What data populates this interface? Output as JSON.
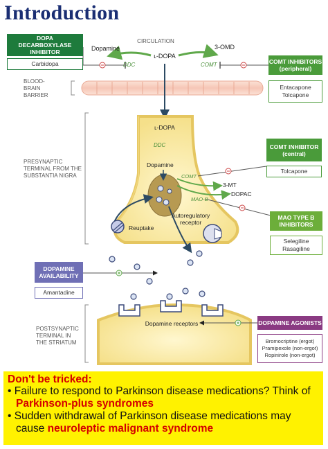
{
  "title": "Introduction",
  "circulation": {
    "label": "CIRCULATION",
    "dopamine": "Dopamine",
    "ldopa": "ʟ-DOPA",
    "omd": "3-OMD",
    "ddc": "DDC",
    "comt": "COMT"
  },
  "bbb_label": "BLOOD-\nBRAIN\nBARRIER",
  "presynaptic": {
    "label": "PRESYNAPTIC\nTERMINAL FROM THE\nSUBSTANTIA NIGRA",
    "ldopa": "ʟ-DOPA",
    "ddc": "DDC",
    "dopamine": "Dopamine",
    "comt": "COMT",
    "mao": "MAO-B",
    "mt": "3-MT",
    "dopac": "DOPAC",
    "reuptake": "Reuptake",
    "autoreceptor": "Autoregulatory\nreceptor"
  },
  "postsynaptic": {
    "label": "POSTSYNAPTIC\nTERMINAL IN\nTHE STRIATUM",
    "receptors": "Dopamine receptors"
  },
  "callouts": {
    "ddc_inhibitor": {
      "title": "DOPA\nDECARBOXYLASE\nINHIBITOR",
      "drugs": [
        "Carbidopa"
      ],
      "color": "#1e7b3c"
    },
    "comt_peripheral": {
      "title": "COMT INHIBITORS\n(peripheral)",
      "drugs": [
        "Entacapone",
        "Tolcapone"
      ],
      "color": "#4a9b3a"
    },
    "comt_central": {
      "title": "COMT INHIBITOR\n(central)",
      "drugs": [
        "Tolcapone"
      ],
      "color": "#4a9b3a"
    },
    "mao_b": {
      "title": "MAO TYPE B\nINHIBITORS",
      "drugs": [
        "Selegiline",
        "Rasagiline"
      ],
      "color": "#6cae3a"
    },
    "availability": {
      "title": "DOPAMINE\nAVAILABILITY",
      "drugs": [
        "Amantadine"
      ],
      "color": "#6f6fb5"
    },
    "agonists": {
      "title": "DOPAMINE AGONISTS",
      "drugs": [
        "Bromocriptine (ergot)",
        "Pramipexole (non-ergot)",
        "Ropinirole (non-ergot)"
      ],
      "color": "#8a3a82"
    }
  },
  "warning": {
    "heading": "Don't be tricked:",
    "item1_pre": "• Failure to respond to Parkinson disease medications? Think of ",
    "item1_em": "Parkinson-plus syndromes",
    "item2_pre": "• Sudden withdrawal of Parkinson disease medications may cause ",
    "item2_em": "neuroleptic malignant syndrome"
  }
}
